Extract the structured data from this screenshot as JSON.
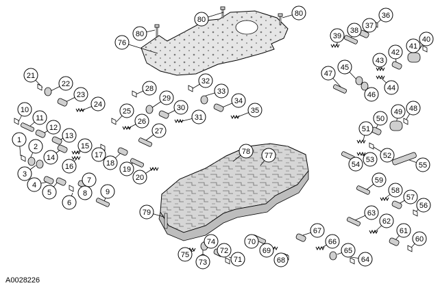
{
  "figure_id": "A0028226",
  "callouts": [
    "1",
    "2",
    "3",
    "4",
    "5",
    "6",
    "7",
    "8",
    "9",
    "10",
    "11",
    "12",
    "13",
    "14",
    "15",
    "16",
    "17",
    "18",
    "19",
    "20",
    "21",
    "22",
    "23",
    "24",
    "25",
    "26",
    "27",
    "28",
    "29",
    "30",
    "31",
    "32",
    "33",
    "34",
    "35",
    "36",
    "37",
    "38",
    "39",
    "40",
    "41",
    "42",
    "43",
    "44",
    "45",
    "46",
    "47",
    "48",
    "49",
    "50",
    "51",
    "52",
    "53",
    "54",
    "55",
    "56",
    "57",
    "58",
    "59",
    "60",
    "61",
    "62",
    "63",
    "64",
    "65",
    "66",
    "67",
    "68",
    "69",
    "70",
    "71",
    "72",
    "73",
    "74",
    "75",
    "76",
    "77",
    "78",
    "79",
    "80"
  ],
  "colors": {
    "line": "#000000",
    "plate_fill": "#e6e6e6",
    "body_fill": "#d6d6d6",
    "part_fill": "#cfcfcf",
    "background": "#ffffff"
  }
}
